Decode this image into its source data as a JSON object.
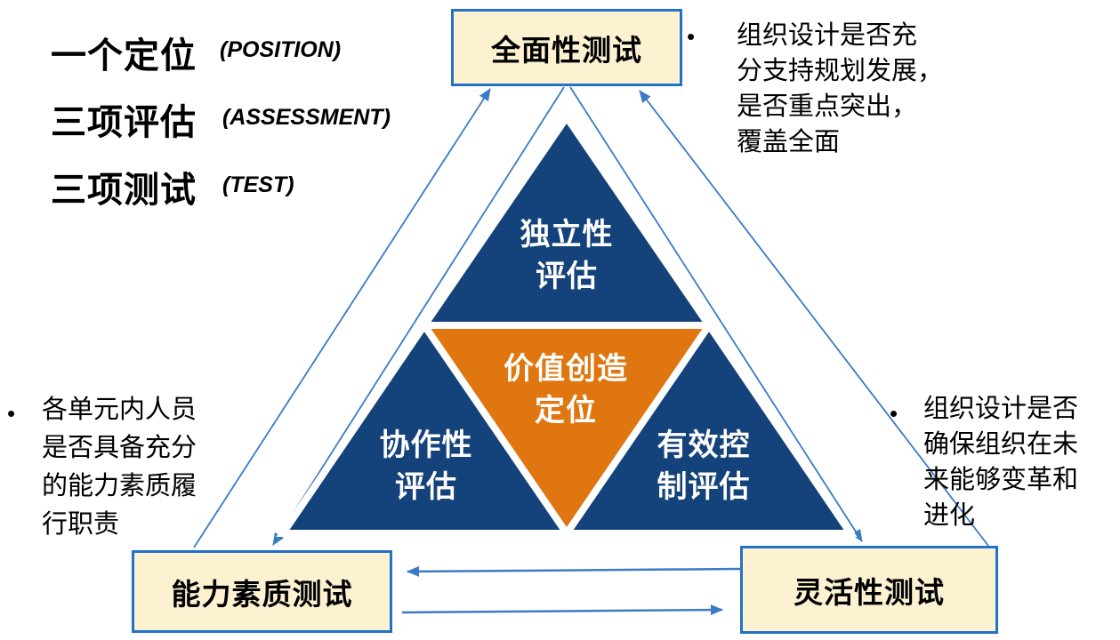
{
  "colors": {
    "dark_blue": "#14427B",
    "orange": "#DF760F",
    "box_fill": "#FCF2D2",
    "box_border": "#2272C8",
    "arrow": "#3A7BC4",
    "gap_white": "#FFFFFF",
    "text": "#000000"
  },
  "legend": {
    "items": [
      {
        "zh": "一个定位",
        "en": "(POSITION)"
      },
      {
        "zh": "三项评估",
        "en": "(ASSESSMENT)"
      },
      {
        "zh": "三项测试",
        "en": "(TEST)"
      }
    ]
  },
  "pyramid": {
    "top_label": "独立性\n评估",
    "center_label": "价值创造\n定位",
    "left_label": "协作性\n评估",
    "right_label": "有效控\n制评估"
  },
  "test_boxes": {
    "top": "全面性测试",
    "bottom_left": "能力素质测试",
    "bottom_right": "灵活性测试"
  },
  "bullets": {
    "top_right": {
      "marker": "•",
      "text": "组织设计是否充\n分支持规划发展，\n是否重点突出，\n覆盖全面"
    },
    "left": {
      "marker": "•",
      "text": "各单元内人员\n是否具备充分\n的能力素质履\n行职责"
    },
    "right": {
      "marker": "•",
      "text": "组织设计是否\n确保组织在未\n来能够变革和\n进化"
    }
  }
}
